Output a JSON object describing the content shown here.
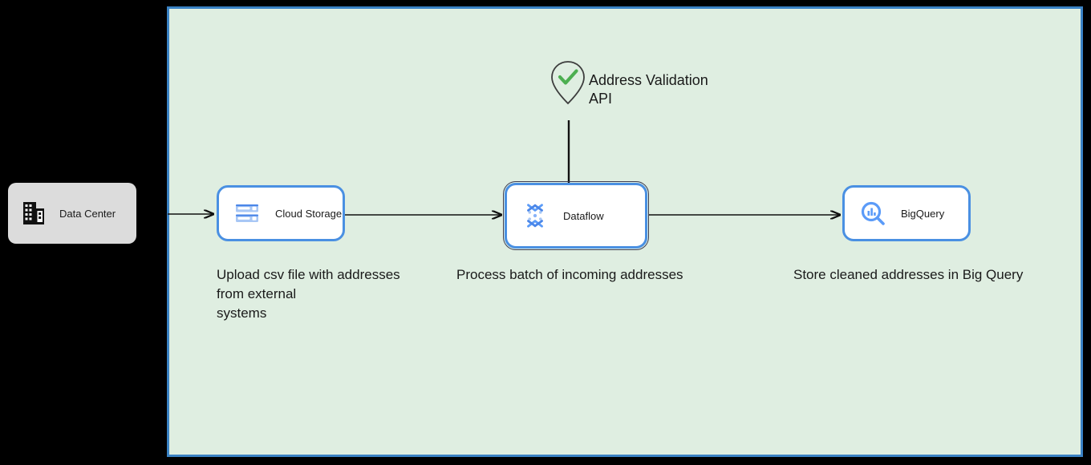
{
  "diagram": {
    "canvas": {
      "background_color": "#dfeee1",
      "border_color": "#3a82c4"
    },
    "external_node": {
      "name": "data-center",
      "label": "Data Center",
      "icon": "building-icon",
      "background_color": "#dcdcdc"
    },
    "nodes": [
      {
        "id": "cloud-storage",
        "label": "Cloud Storage",
        "icon": "cloud-storage-icon",
        "border_color": "#4a90e2",
        "selected": false,
        "caption": "Upload csv file with addresses\nfrom external\nsystems"
      },
      {
        "id": "dataflow",
        "label": "Dataflow",
        "icon": "dataflow-icon",
        "border_color": "#4a90e2",
        "selected": true,
        "caption": "Process batch of incoming addresses"
      },
      {
        "id": "bigquery",
        "label": "BigQuery",
        "icon": "bigquery-icon",
        "border_color": "#4a90e2",
        "selected": false,
        "caption": "Store cleaned addresses in Big Query"
      }
    ],
    "api_node": {
      "id": "address-validation-api",
      "label": "Address Validation\nAPI",
      "icon": "location-pin-check-icon",
      "check_color": "#4caf50",
      "pin_color": "#3d3d3d"
    },
    "connectors": [
      {
        "name": "data-center-to-cloud-storage",
        "from": "data-center",
        "to": "cloud-storage",
        "style": "arrow"
      },
      {
        "name": "cloud-storage-to-dataflow",
        "from": "cloud-storage",
        "to": "dataflow",
        "style": "arrow"
      },
      {
        "name": "dataflow-to-bigquery",
        "from": "dataflow",
        "to": "bigquery",
        "style": "arrow"
      },
      {
        "name": "address-validation-api-to-dataflow",
        "from": "address-validation-api",
        "to": "dataflow",
        "style": "line"
      }
    ]
  }
}
